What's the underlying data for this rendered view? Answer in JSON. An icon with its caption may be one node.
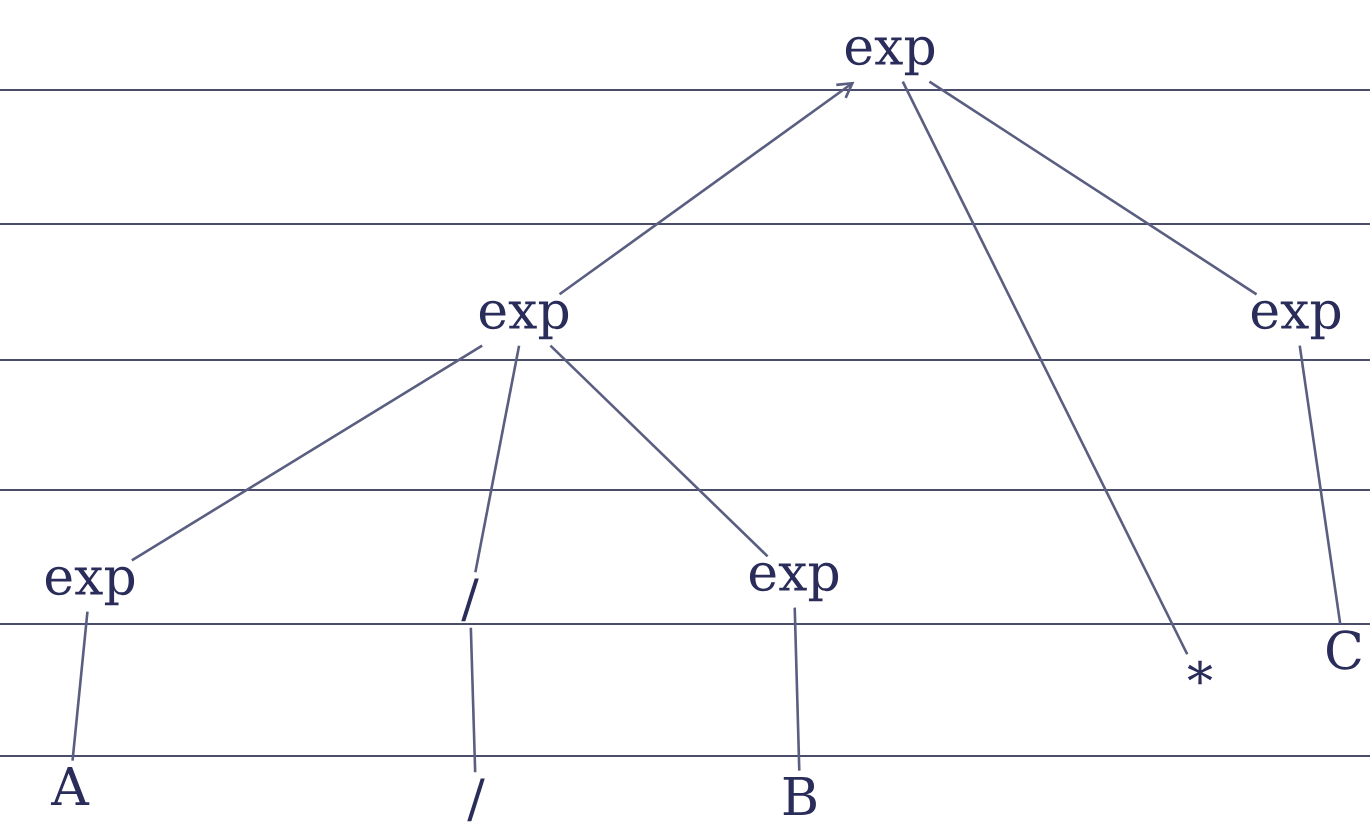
{
  "diagram": {
    "nodes": [
      {
        "text": [
          "exp"
        ]
      },
      {
        "text": [
          "exp"
        ]
      },
      {
        "text": [
          "*"
        ]
      },
      {
        "text": [
          "exp"
        ]
      },
      {
        "text": [
          "exp"
        ]
      },
      {
        "text": [
          "/"
        ]
      },
      {
        "text": [
          "exp"
        ]
      },
      {
        "text": [
          "A"
        ]
      },
      {
        "text": [
          "/"
        ]
      },
      {
        "text": [
          "B"
        ]
      },
      {
        "text": [
          "C"
        ]
      }
    ],
    "edges": [
      {
        "from": 1,
        "to": 0,
        "arrow": "to"
      },
      {
        "from": 0,
        "to": 2,
        "arrow": "none"
      },
      {
        "from": 0,
        "to": 3,
        "arrow": "none"
      },
      {
        "from": 1,
        "to": 4,
        "arrow": "none"
      },
      {
        "from": 1,
        "to": 5,
        "arrow": "none"
      },
      {
        "from": 1,
        "to": 6,
        "arrow": "none"
      },
      {
        "from": 4,
        "to": 7,
        "arrow": "none"
      },
      {
        "from": 5,
        "to": 8,
        "arrow": "none"
      },
      {
        "from": 6,
        "to": 9,
        "arrow": "none"
      },
      {
        "from": 3,
        "to": 10,
        "arrow": "none"
      }
    ]
  }
}
